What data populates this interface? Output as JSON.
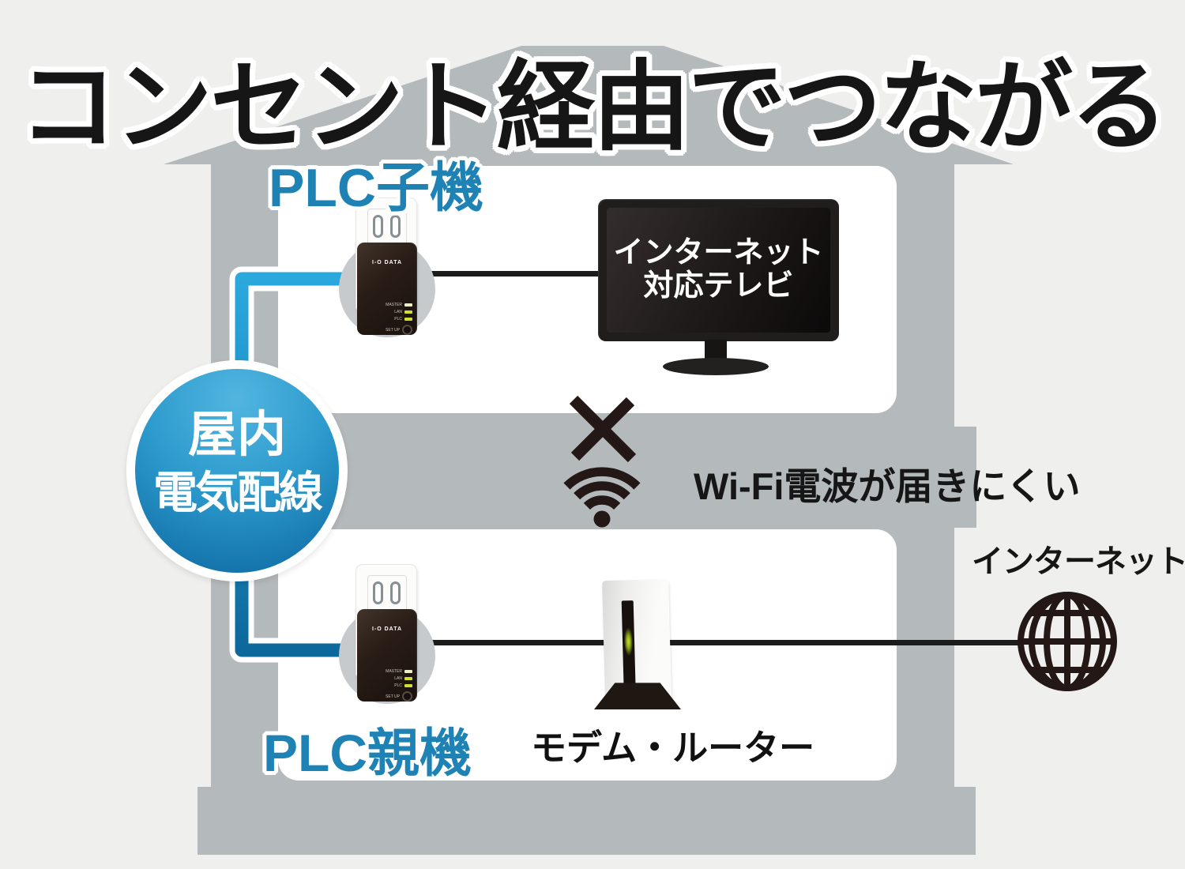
{
  "title": {
    "text": "コンセント経由でつながる"
  },
  "colors": {
    "background": "#efefee",
    "house_gray": "#b4b9bc",
    "room_white": "#ffffff",
    "wire_light_blue": "#2aa9de",
    "wire_dark_blue": "#0d689c",
    "badge_blue_top": "#52b5e0",
    "badge_blue_bottom": "#0c67a0",
    "label_blue": "#1f82b5",
    "icon_dark": "#231815",
    "led_green": "#cfe032",
    "title_black": "#161616"
  },
  "badge": {
    "line1": "屋内",
    "line2": "電気配線"
  },
  "upper_floor": {
    "plc_label": "PLC子機",
    "tv": {
      "line1": "インターネット",
      "line2": "対応テレビ"
    }
  },
  "wifi": {
    "caption": "Wi-Fi電波が届きにくい"
  },
  "lower_floor": {
    "plc_label": "PLC親機",
    "modem_label": "モデム・ルーター",
    "internet_label": "インターネット"
  },
  "plc_device": {
    "brand": "I-O DATA",
    "leds": [
      "MASTER",
      "LAN",
      "PLC"
    ],
    "button_label": "SET UP"
  }
}
